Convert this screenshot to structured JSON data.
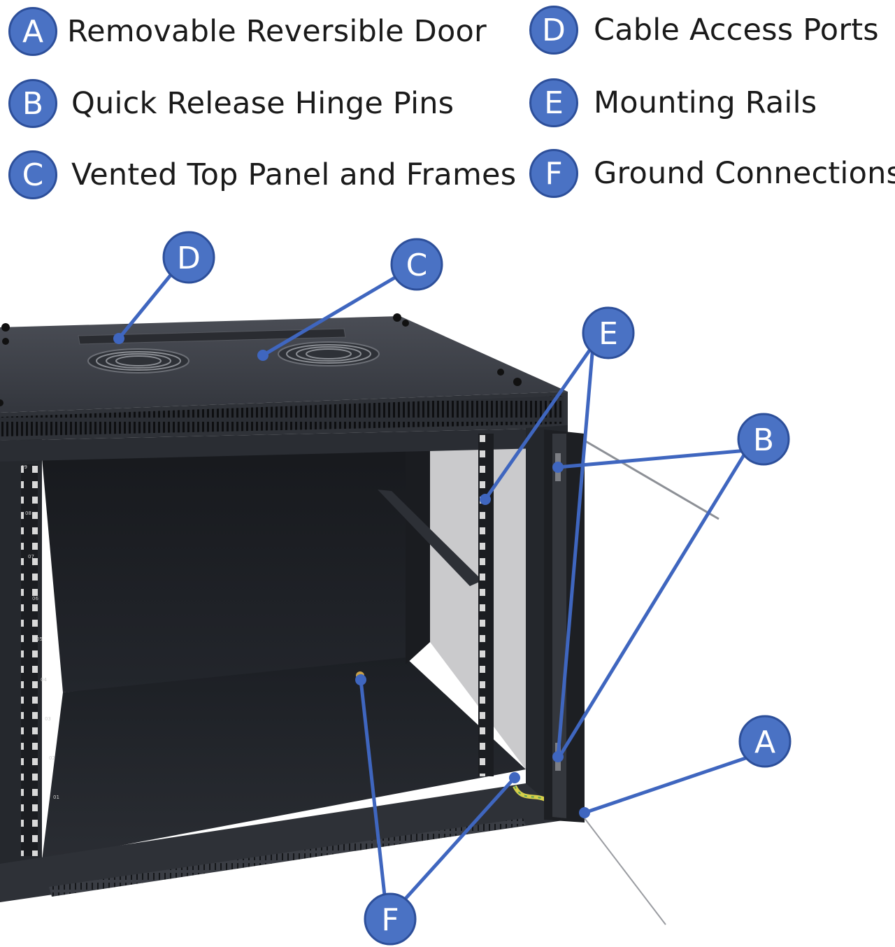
{
  "legend": [
    {
      "letter": "A",
      "label": "Removable Reversible Door"
    },
    {
      "letter": "B",
      "label": "Quick Release Hinge Pins"
    },
    {
      "letter": "C",
      "label": "Vented Top Panel and Frames"
    },
    {
      "letter": "D",
      "label": "Cable Access Ports"
    },
    {
      "letter": "E",
      "label": "Mounting Rails"
    },
    {
      "letter": "F",
      "label": "Ground Connections"
    }
  ],
  "callouts": {
    "a": "A",
    "b": "B",
    "c": "C",
    "d": "D",
    "e": "E",
    "f": "F"
  },
  "rail_numbers": [
    "09",
    "08",
    "07",
    "06",
    "05",
    "04",
    "03",
    "02",
    "01"
  ],
  "colors": {
    "badge_fill": "#4a72c4",
    "badge_border": "#2d4f9a",
    "leader_line": "#3f66bf",
    "cabinet_dark": "#1f2126",
    "cabinet_mid": "#2c2f36",
    "cabinet_top": "#3a3d44"
  }
}
